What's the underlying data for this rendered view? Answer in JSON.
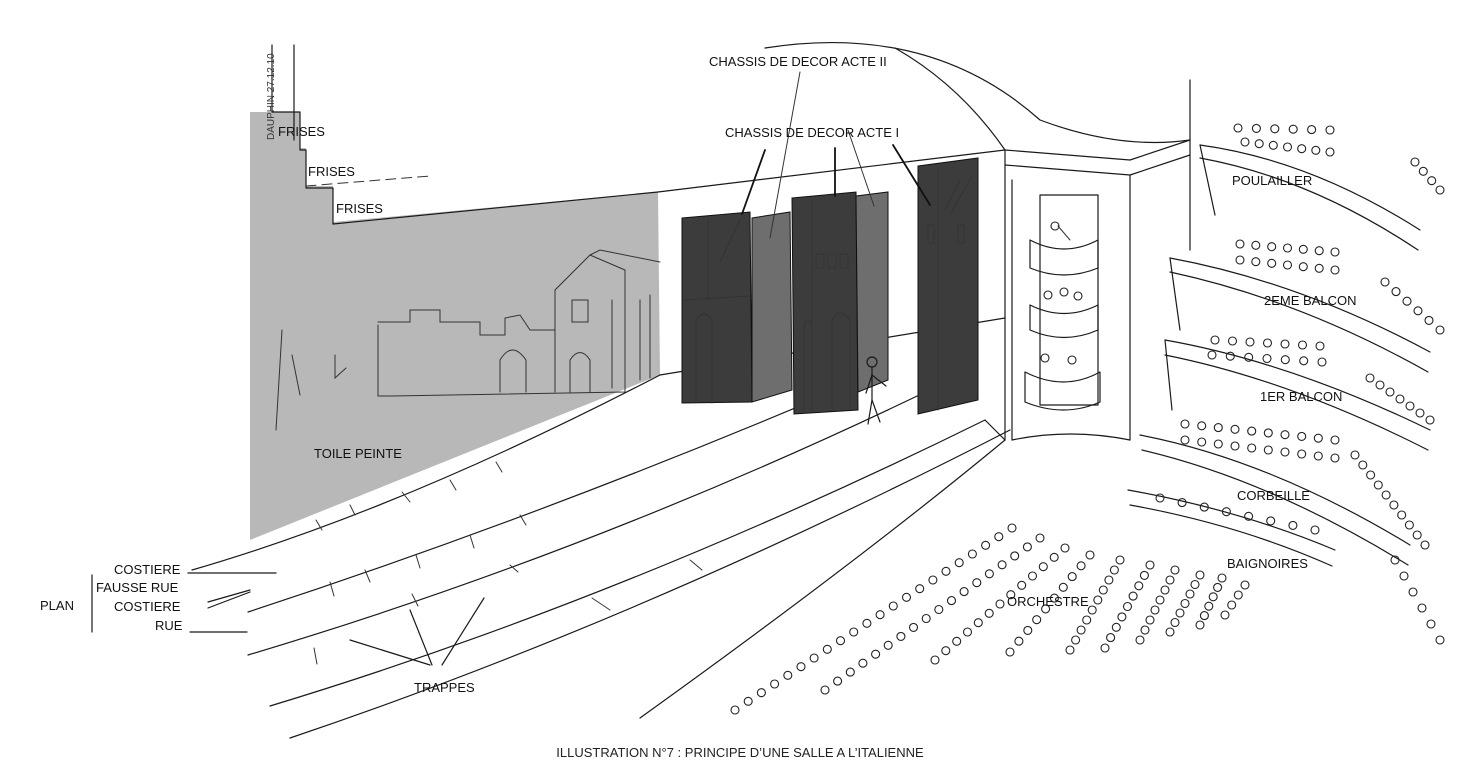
{
  "caption": "ILLUSTRATION N°7 : PRINCIPE D’UNE SALLE A L’ITALIENNE",
  "signature": "DAUPHIN 27.12.10",
  "colors": {
    "backdrop": "#b8b8b8",
    "flat_dark": "#3c3c3c",
    "flat_mid": "#6e6e6e",
    "ink": "#1a1a1a"
  },
  "labels": {
    "frises_1": "FRISES",
    "frises_2": "FRISES",
    "frises_3": "FRISES",
    "chassis_acte_2": "CHASSIS DE DECOR ACTE II",
    "chassis_acte_1": "CHASSIS DE DECOR ACTE I",
    "toile_peinte": "TOILE PEINTE",
    "poulailler": "POULAILLER",
    "balcon_2": "2EME BALCON",
    "balcon_1": "1ER BALCON",
    "corbeille": "CORBEILLE",
    "baignoires": "BAIGNOIRES",
    "orchestre": "ORCHESTRE",
    "trappes": "TRAPPES",
    "plan": "PLAN",
    "costiere_1": "COSTIERE",
    "fausse_rue": "FAUSSE RUE",
    "costiere_2": "COSTIERE",
    "rue": "RUE"
  }
}
